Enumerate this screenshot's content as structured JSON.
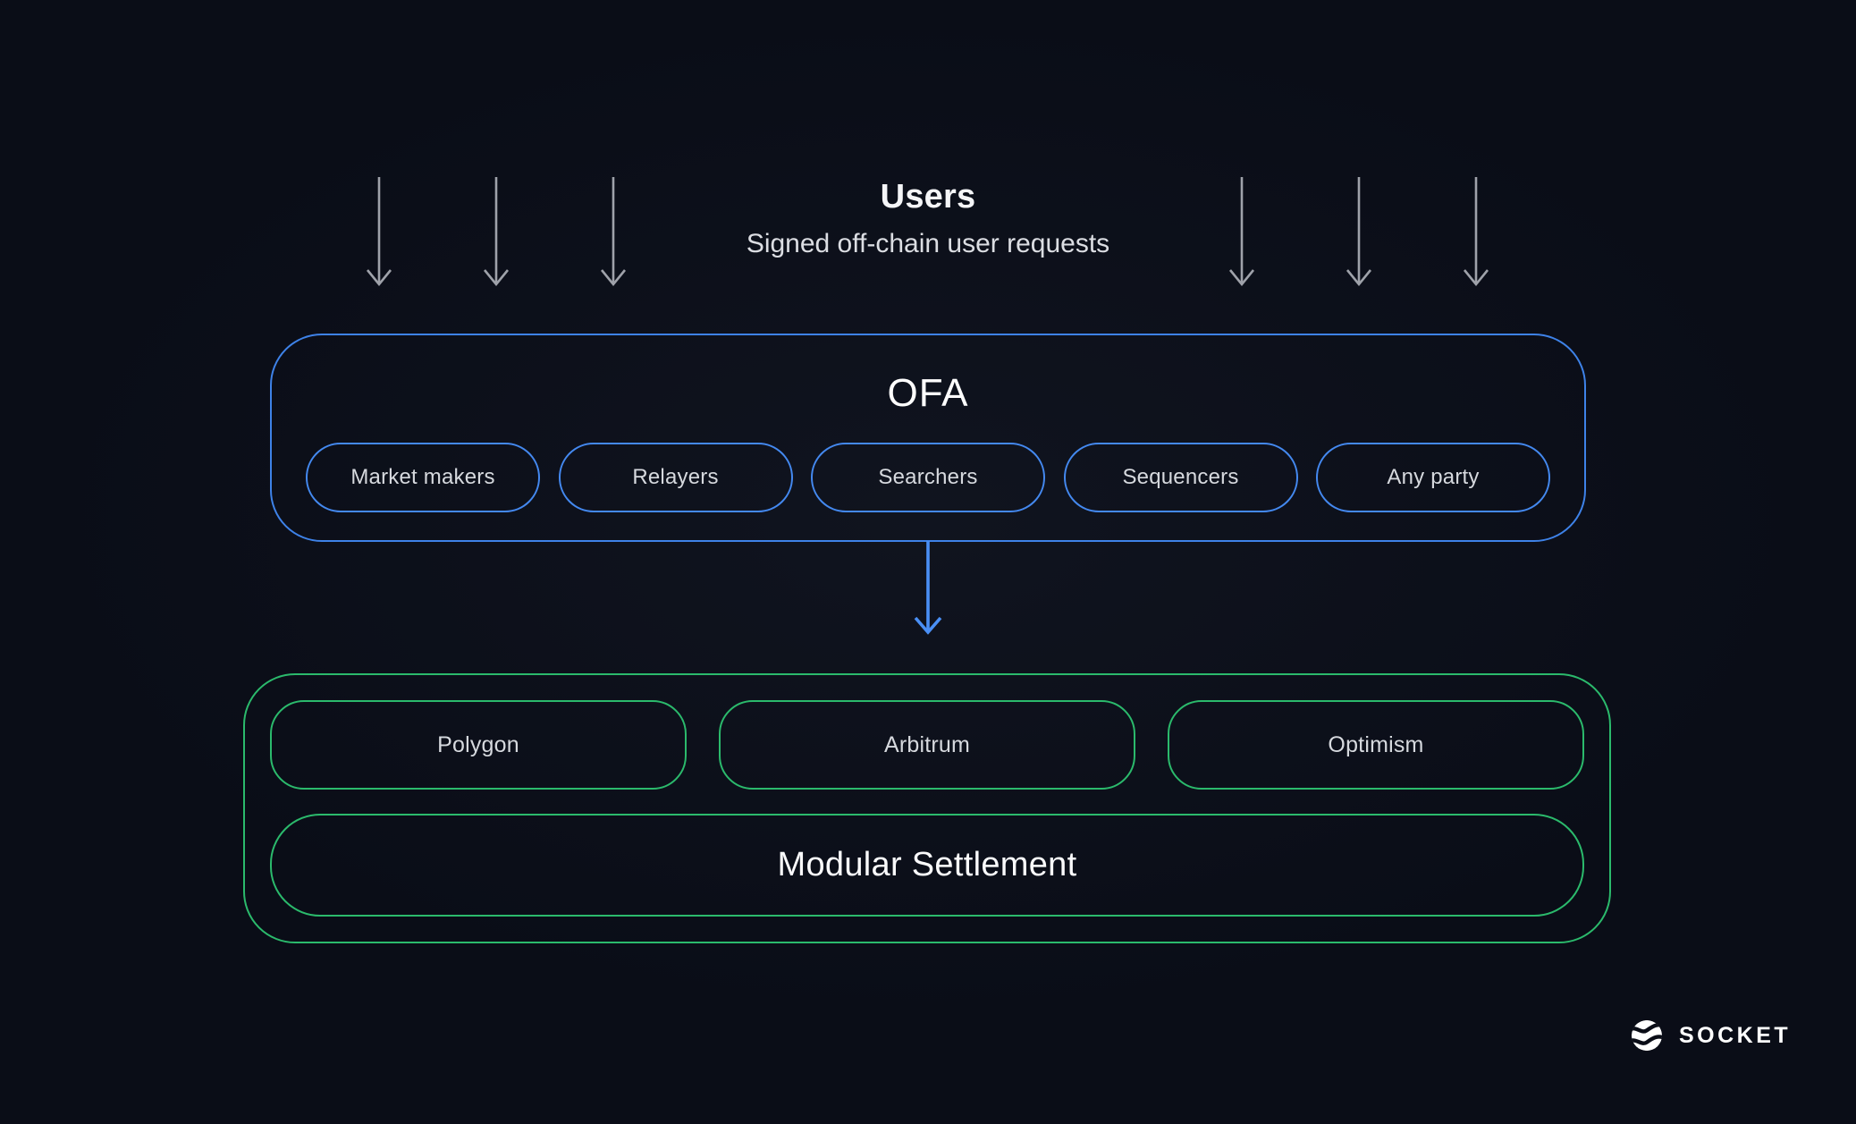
{
  "header": {
    "title": "Users",
    "subtitle": "Signed off-chain user requests"
  },
  "ofa": {
    "title": "OFA",
    "pills": [
      {
        "label": "Market makers"
      },
      {
        "label": "Relayers"
      },
      {
        "label": "Searchers"
      },
      {
        "label": "Sequencers"
      },
      {
        "label": "Any party"
      }
    ]
  },
  "chains": {
    "items": [
      {
        "label": "Polygon"
      },
      {
        "label": "Arbitrum"
      },
      {
        "label": "Optimism"
      }
    ],
    "settlement_label": "Modular Settlement"
  },
  "brand": {
    "label": "SOCKET",
    "icon": "socket-wave-icon"
  },
  "icons": {
    "user_flow": "down-arrow-icon",
    "ofa_to_settlement": "down-arrow-icon"
  },
  "colors": {
    "background": "#0a0d17",
    "accent_blue": "#4489f0",
    "accent_green": "#2bba6c",
    "arrow_gray": "#9fa2aa",
    "text_primary": "#ffffff",
    "text_secondary": "#d6d9de"
  }
}
